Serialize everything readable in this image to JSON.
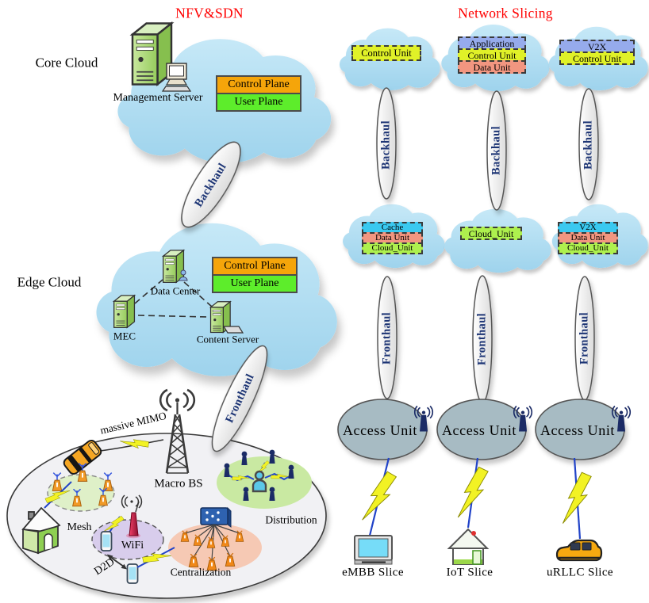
{
  "titles": {
    "nfv_sdn": "NFV&SDN",
    "network_slicing": "Network Slicing"
  },
  "left_column": {
    "core_cloud_label": "Core Cloud",
    "management_server_label": "Management Server",
    "core_planes": {
      "control": "Control Plane",
      "user": "User Plane"
    },
    "backhaul_label": "Backhaul",
    "edge_cloud_label": "Edge Cloud",
    "edge_nodes": {
      "data_center": "Data Center",
      "mec": "MEC",
      "content_server": "Content Server"
    },
    "edge_planes": {
      "control": "Control Plane",
      "user": "User Plane"
    },
    "fronthaul_label": "Fronthaul",
    "radio_access": {
      "macro_bs": "Macro BS",
      "massive_mimo": "massive MIMO",
      "mesh": "Mesh",
      "wifi": "WiFi",
      "d2d": "D2D",
      "centralization": "Centralization",
      "distribution": "Distribution"
    }
  },
  "slices": [
    {
      "name": "eMBB Slice",
      "device_icon": "monitor-icon",
      "core_units": [
        {
          "label": "Control Unit",
          "color": "#e0f128"
        }
      ],
      "backhaul_label": "Backhaul",
      "edge_units": [
        {
          "label": "Cache",
          "color": "#3ac9f0"
        },
        {
          "label": "Data Unit",
          "color": "#f29680"
        },
        {
          "label": "Cloud_Unit",
          "color": "#aef04e"
        }
      ],
      "fronthaul_label": "Fronthaul",
      "access_label": "Access Unit"
    },
    {
      "name": "IoT Slice",
      "device_icon": "house-icon",
      "core_units": [
        {
          "label": "Application",
          "color": "#96abec"
        },
        {
          "label": "Control Unit",
          "color": "#e0f128"
        },
        {
          "label": "Data Unit",
          "color": "#f29680"
        }
      ],
      "backhaul_label": "Backhaul",
      "edge_units": [
        {
          "label": "Cloud_Unit",
          "color": "#aef04e"
        }
      ],
      "fronthaul_label": "Fronthaul",
      "access_label": "Access Unit"
    },
    {
      "name": "uRLLC Slice",
      "device_icon": "car-icon",
      "core_units": [
        {
          "label": "V2X",
          "color": "#96abec"
        },
        {
          "label": "Control Unit",
          "color": "#e0f128"
        }
      ],
      "backhaul_label": "Backhaul",
      "edge_units": [
        {
          "label": "V2X",
          "color": "#3ac9f0"
        },
        {
          "label": "Data Unit",
          "color": "#f29680"
        },
        {
          "label": "Cloud_Unit",
          "color": "#aef04e"
        }
      ],
      "fronthaul_label": "Fronthaul",
      "access_label": "Access Unit"
    }
  ],
  "colors": {
    "title_red": "#ff0000",
    "cloud_blue": "#acdaf1",
    "link_text_navy": "#1d3575",
    "access_ellipse_gray": "#a7bbc3",
    "radio_area_gray": "#f1f1f4",
    "mesh_green": "#dff0c8",
    "wifi_purple": "#d8cdec",
    "centralization_salmon": "#f6c9b4",
    "distribution_green": "#c9e9a2",
    "lightning_yellow": "#f2f224",
    "control_plane_orange": "#f5a50a",
    "user_plane_green": "#5ded2b",
    "unit_yellow": "#e0f128",
    "unit_blue": "#96abec",
    "unit_salmon": "#f29680",
    "unit_cyan": "#3ac9f0",
    "unit_green": "#aef04e"
  }
}
